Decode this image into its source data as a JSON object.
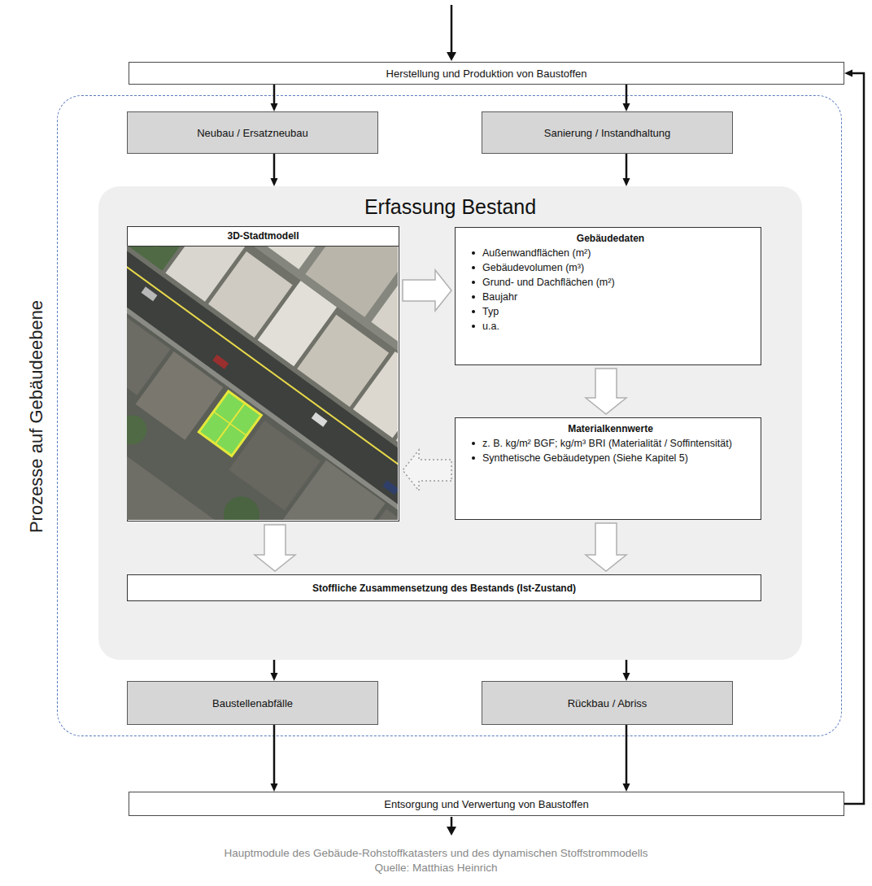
{
  "diagram": {
    "caption": "Hauptmodule des Gebäude-Rohstoffkatasters und des dynamischen Stoffstrommodells",
    "nodes": [
      {
        "text": [
          "Herstellung und Produktion von Baustoffen"
        ]
      },
      {
        "text": [
          "Prozesse auf Gebäudeebene"
        ]
      },
      {
        "text": [
          "Neubau / Ersatzneubau"
        ],
        "in": 1
      },
      {
        "text": [
          "Sanierung / Instandhaltung"
        ],
        "in": 1
      },
      {
        "text": [
          "Erfassung Bestand"
        ],
        "in": 1
      },
      {
        "text": [
          "3D-Stadtmodell"
        ],
        "in": 4
      },
      {
        "text": [
          "Gebäudedaten",
          "Außenwandflächen (m²)",
          "Gebäudevolumen (m³)",
          "Grund- und Dachflächen (m²)",
          "Baujahr",
          "Typ",
          "u.a."
        ],
        "in": 4
      },
      {
        "text": [
          "Materialkennwerte",
          "z. B. kg/m² BGF; kg/m³ BRI (Materialität / Soffintensität)",
          "Synthetische Gebäudetypen (Siehe Kapitel 5)"
        ],
        "in": 4
      },
      {
        "text": [
          "Stoffliche Zusammensetzung des Bestands (Ist-Zustand)"
        ],
        "in": 4
      },
      {
        "text": [
          "Baustellenabfälle"
        ],
        "in": 1
      },
      {
        "text": [
          "Rückbau / Abriss"
        ],
        "in": 1
      },
      {
        "text": [
          "Entsorgung und Verwertung von Baustoffen"
        ]
      }
    ],
    "edges": [
      {
        "from": 0,
        "to": 2,
        "arrow": "to"
      },
      {
        "from": 0,
        "to": 3,
        "arrow": "to"
      },
      {
        "from": 2,
        "to": 4,
        "arrow": "to"
      },
      {
        "from": 3,
        "to": 4,
        "arrow": "to"
      },
      {
        "from": 5,
        "to": 6,
        "arrow": "to"
      },
      {
        "from": 6,
        "to": 7,
        "arrow": "to"
      },
      {
        "from": 7,
        "to": 5,
        "arrow": "to"
      },
      {
        "from": 5,
        "to": 8,
        "arrow": "to"
      },
      {
        "from": 7,
        "to": 8,
        "arrow": "to"
      },
      {
        "from": 4,
        "to": 9,
        "arrow": "to"
      },
      {
        "from": 4,
        "to": 10,
        "arrow": "to"
      },
      {
        "from": 9,
        "to": 11,
        "arrow": "to"
      },
      {
        "from": 10,
        "to": 11,
        "arrow": "to"
      },
      {
        "from": 11,
        "to": 0,
        "arrow": "to"
      }
    ],
    "labels": [
      "Quelle: Matthias Heinrich"
    ]
  }
}
